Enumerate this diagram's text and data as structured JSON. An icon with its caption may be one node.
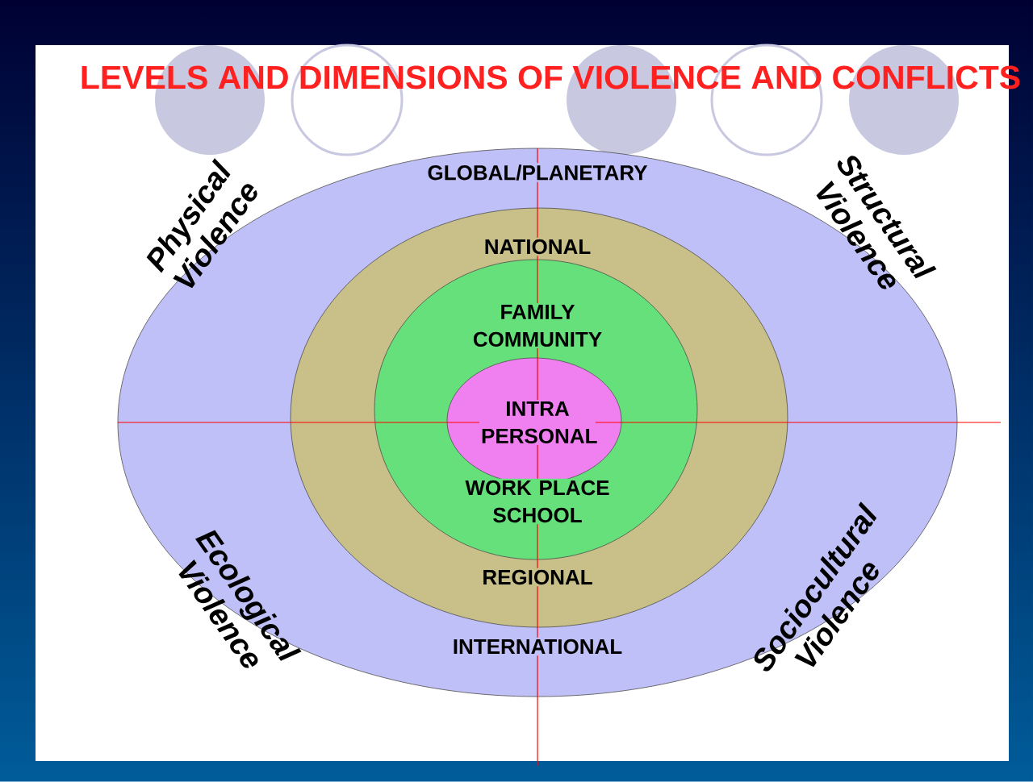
{
  "diagram": {
    "title": "LEVELS AND DIMENSIONS OF VIOLENCE AND CONFLICTS",
    "nodes": [
      {
        "text": [
          "GLOBAL/PLANETARY",
          "INTERNATIONAL"
        ]
      },
      {
        "text": [
          "NATIONAL",
          "REGIONAL"
        ],
        "in": 0
      },
      {
        "text": [
          "FAMILY COMMUNITY",
          "WORK PLACE SCHOOL"
        ],
        "in": 1
      },
      {
        "text": [
          "INTRA PERSONAL"
        ],
        "in": 2
      }
    ],
    "labels": [
      "Physical Violence",
      "Structural Violence",
      "Ecological Violence",
      "Sociocultural Violence"
    ]
  }
}
